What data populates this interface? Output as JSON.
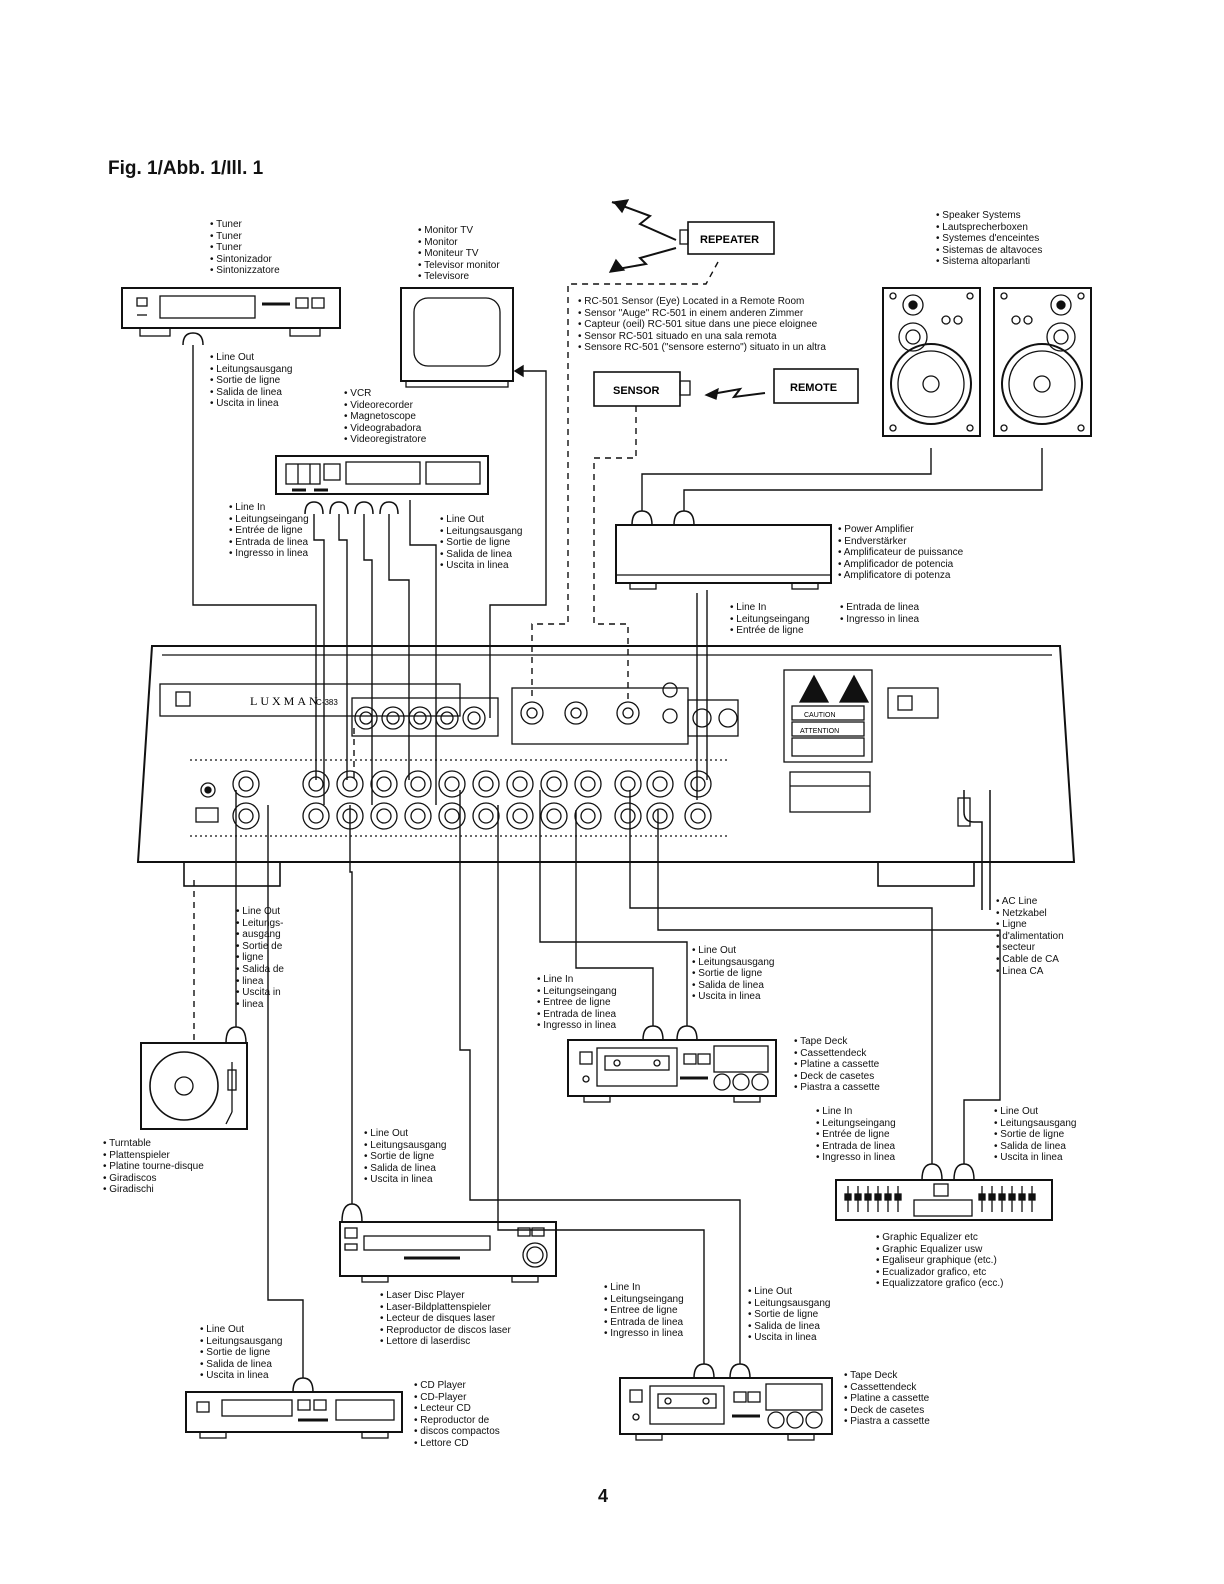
{
  "figure_title": "Fig. 1/Abb. 1/Ill. 1",
  "page_number": "4",
  "devices": {
    "tuner": [
      "Tuner",
      "Tuner",
      "Tuner",
      "Sintonizador",
      "Sintonizzatore"
    ],
    "monitor": [
      "Monitor TV",
      "Monitor",
      "Moniteur TV",
      "Televisor monitor",
      "Televisore"
    ],
    "repeater": "REPEATER",
    "speakers": [
      "Speaker Systems",
      "Lautsprecherboxen",
      "Systemes d'enceintes",
      "Sistemas de altavoces",
      "Sistema altoparlanti"
    ],
    "sensor_note": [
      "RC-501 Sensor (Eye) Located in a Remote Room",
      "Sensor \"Auge\" RC-501 in einem anderen Zimmer",
      "Capteur (oeil) RC-501 situe dans une piece eloignee",
      "Sensor RC-501 situado en una sala remota",
      "Sensore RC-501 (\"sensore esterno\") situato in un altra"
    ],
    "sensor": "SENSOR",
    "remote": "REMOTE",
    "vcr": [
      "VCR",
      "Videorecorder",
      "Magnetoscope",
      "Videograbadora",
      "Videoregistratore"
    ],
    "power_amp": [
      "Power Amplifier",
      "Endverstärker",
      "Amplificateur de puissance",
      "Amplificador de potencia",
      "Amplificatore di potenza"
    ],
    "turntable": [
      "Turntable",
      "Plattenspieler",
      "Platine tourne-disque",
      "Giradiscos",
      "Giradischi"
    ],
    "tape_deck_1": [
      "Tape Deck",
      "Cassettendeck",
      "Platine a cassette",
      "Deck de casetes",
      "Piastra a cassette"
    ],
    "graphic_eq": [
      "Graphic Equalizer etc",
      "Graphic Equalizer usw",
      "Egaliseur graphique (etc.)",
      "Ecualizador grafico, etc",
      "Equalizzatore grafico (ecc.)"
    ],
    "laser_disc": [
      "Laser Disc Player",
      "Laser-Bildplattenspieler",
      "Lecteur de disques laser",
      "Reproductor de discos laser",
      "Lettore di laserdisc"
    ],
    "cd_player": [
      "CD Player",
      "CD-Player",
      "Lecteur CD",
      "Reproductor de",
      "discos compactos",
      "Lettore CD"
    ],
    "tape_deck_2": [
      "Tape Deck",
      "Cassettendeck",
      "Platine a cassette",
      "Deck de casetes",
      "Piastra a cassette"
    ],
    "ac_line": [
      "AC Line",
      "Netzkabel",
      "Ligne",
      "d'alimentation",
      "secteur",
      "Cable de CA",
      "Linea CA"
    ],
    "amp_brand": "LUXMAN",
    "amp_model": "C-383",
    "caution_1": "CAUTION",
    "caution_2": "ATTENTION"
  },
  "connections": {
    "tuner_out": [
      "Line Out",
      "Leitungsausgang",
      "Sortie de ligne",
      "Salida de linea",
      "Uscita in linea"
    ],
    "vcr_in": [
      "Line In",
      "Leitungseingang",
      "Entrée de ligne",
      "Entrada de linea",
      "Ingresso in linea"
    ],
    "vcr_out": [
      "Line Out",
      "Leitungsausgang",
      "Sortie de ligne",
      "Salida de linea",
      "Uscita in linea"
    ],
    "power_amp_in_a": [
      "Line In",
      "Leitungseingang",
      "Entrée de ligne"
    ],
    "power_amp_in_b": [
      "Entrada de linea",
      "Ingresso in linea"
    ],
    "turntable_out": [
      "Line Out",
      "Leitungs-",
      "ausgang",
      "Sortie de",
      "ligne",
      "Salida de",
      "linea",
      "Uscita in",
      "linea"
    ],
    "tape1_in": [
      "Line In",
      "Leitungseingang",
      "Entree de ligne",
      "Entrada de linea",
      "Ingresso in linea"
    ],
    "tape1_out": [
      "Line Out",
      "Leitungsausgang",
      "Sortie de ligne",
      "Salida de linea",
      "Uscita in linea"
    ],
    "eq_in": [
      "Line In",
      "Leitungseingang",
      "Entrée de ligne",
      "Entrada de linea",
      "Ingresso in linea"
    ],
    "eq_out": [
      "Line Out",
      "Leitungsausgang",
      "Sortie de ligne",
      "Salida de linea",
      "Uscita in linea"
    ],
    "ld_out": [
      "Line Out",
      "Leitungsausgang",
      "Sortie de ligne",
      "Salida de linea",
      "Uscita in linea"
    ],
    "cd_out": [
      "Line Out",
      "Leitungsausgang",
      "Sortie de ligne",
      "Salida de linea",
      "Uscita in linea"
    ],
    "tape2_in": [
      "Line In",
      "Leitungseingang",
      "Entree de ligne",
      "Entrada de linea",
      "Ingresso in linea"
    ],
    "tape2_out": [
      "Line Out",
      "Leitungsausgang",
      "Sortie de ligne",
      "Salida de linea",
      "Uscita in linea"
    ]
  }
}
